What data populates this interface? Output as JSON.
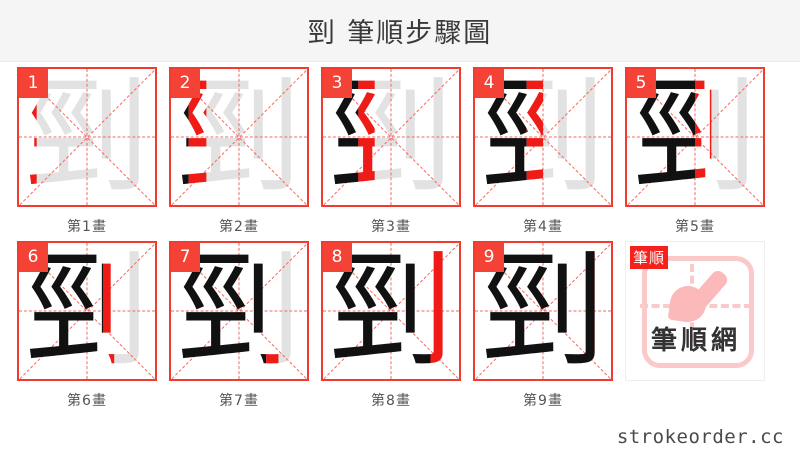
{
  "header": {
    "title": "剄 筆順步驟圖"
  },
  "character": {
    "glyph": "剄",
    "total_strokes": 9
  },
  "steps": [
    {
      "number": "1",
      "label": "第1畫",
      "badge_title": "stroke-1"
    },
    {
      "number": "2",
      "label": "第2畫",
      "badge_title": "stroke-2"
    },
    {
      "number": "3",
      "label": "第3畫",
      "badge_title": "stroke-3"
    },
    {
      "number": "4",
      "label": "第4畫",
      "badge_title": "stroke-4"
    },
    {
      "number": "5",
      "label": "第5畫",
      "badge_title": "stroke-5"
    },
    {
      "number": "6",
      "label": "第6畫",
      "badge_title": "stroke-6"
    },
    {
      "number": "7",
      "label": "第7畫",
      "badge_title": "stroke-7"
    },
    {
      "number": "8",
      "label": "第8畫",
      "badge_title": "stroke-8"
    },
    {
      "number": "9",
      "label": "第9畫",
      "badge_title": "stroke-9"
    }
  ],
  "logo": {
    "badge": "筆順",
    "name": "筆順網",
    "brush_icon": "brush-icon"
  },
  "watermark": {
    "text": "strokeorder.cc"
  },
  "colors": {
    "grid_border": "#f23a30",
    "guide_line": "#f06a62",
    "badge_bg": "#f44336",
    "current_stroke": "#ee1b16",
    "done_stroke": "#111111",
    "ghost_stroke": "#e2e2e2",
    "header_bg": "#f5f5f5",
    "logo_pink": "#fbc9c9"
  },
  "stroke_reveal": {
    "done": [
      0,
      13,
      26,
      38,
      50,
      62,
      70,
      79,
      88
    ],
    "current": [
      13,
      26,
      38,
      50,
      62,
      70,
      79,
      88,
      100
    ]
  }
}
